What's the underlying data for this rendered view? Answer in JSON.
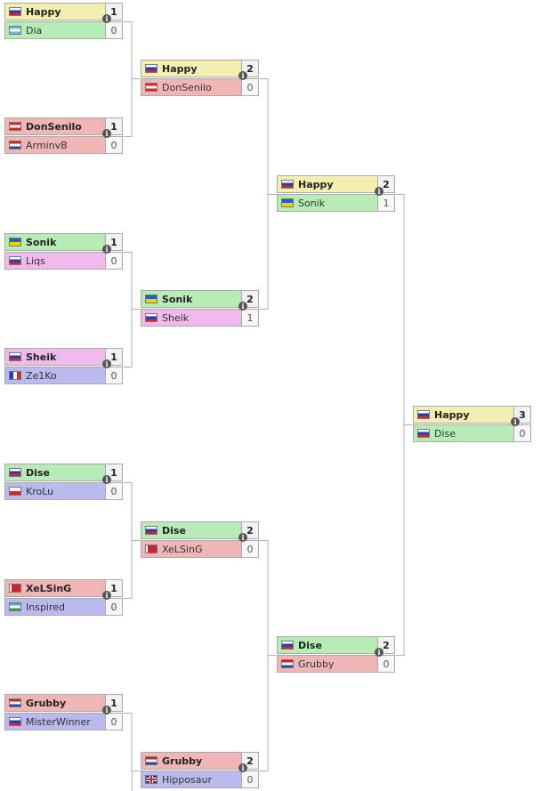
{
  "colors": {
    "yellow": "#f2efb0",
    "green": "#b8ecb6",
    "red": "#f0b6b6",
    "pink": "#f0baec",
    "blue": "#babaee",
    "line": "#b0b0b0"
  },
  "rounds": [
    {
      "matches": [
        {
          "top": {
            "name": "Happy",
            "score": "1",
            "flag": "ru",
            "color": "yellow",
            "win": true
          },
          "bottom": {
            "name": "Dia",
            "score": "0",
            "flag": "ar",
            "color": "green",
            "win": false
          }
        },
        {
          "top": {
            "name": "DonSenilo",
            "score": "1",
            "flag": "at",
            "color": "red",
            "win": true
          },
          "bottom": {
            "name": "ArminvB",
            "score": "0",
            "flag": "nl",
            "color": "red",
            "win": false
          }
        },
        {
          "top": {
            "name": "Sonik",
            "score": "1",
            "flag": "ua",
            "color": "green",
            "win": true
          },
          "bottom": {
            "name": "Liqs",
            "score": "0",
            "flag": "ru",
            "color": "pink",
            "win": false
          }
        },
        {
          "top": {
            "name": "Sheik",
            "score": "1",
            "flag": "ru",
            "color": "pink",
            "win": true
          },
          "bottom": {
            "name": "Ze1Ko",
            "score": "0",
            "flag": "fr",
            "color": "blue",
            "win": false
          }
        },
        {
          "top": {
            "name": "Dise",
            "score": "1",
            "flag": "ru",
            "color": "green",
            "win": true
          },
          "bottom": {
            "name": "KroLu",
            "score": "0",
            "flag": "pl",
            "color": "blue",
            "win": false
          }
        },
        {
          "top": {
            "name": "XeLSinG",
            "score": "1",
            "flag": "by",
            "color": "red",
            "win": true
          },
          "bottom": {
            "name": "Inspired",
            "score": "0",
            "flag": "uz",
            "color": "blue",
            "win": false
          }
        },
        {
          "top": {
            "name": "Grubby",
            "score": "1",
            "flag": "nl",
            "color": "red",
            "win": true
          },
          "bottom": {
            "name": "MisterWinner",
            "score": "0",
            "flag": "ru",
            "color": "blue",
            "win": false
          }
        }
      ]
    },
    {
      "matches": [
        {
          "top": {
            "name": "Happy",
            "score": "2",
            "flag": "ru",
            "color": "yellow",
            "win": true
          },
          "bottom": {
            "name": "DonSenilo",
            "score": "0",
            "flag": "at",
            "color": "red",
            "win": false
          }
        },
        {
          "top": {
            "name": "Sonik",
            "score": "2",
            "flag": "ua",
            "color": "green",
            "win": true
          },
          "bottom": {
            "name": "Sheik",
            "score": "1",
            "flag": "ru",
            "color": "pink",
            "win": false
          }
        },
        {
          "top": {
            "name": "Dise",
            "score": "2",
            "flag": "ru",
            "color": "green",
            "win": true
          },
          "bottom": {
            "name": "XeLSinG",
            "score": "0",
            "flag": "by",
            "color": "red",
            "win": false
          }
        },
        {
          "top": {
            "name": "Grubby",
            "score": "2",
            "flag": "nl",
            "color": "red",
            "win": true
          },
          "bottom": {
            "name": "Hipposaur",
            "score": "0",
            "flag": "gb",
            "color": "blue",
            "win": false
          }
        }
      ]
    },
    {
      "matches": [
        {
          "top": {
            "name": "Happy",
            "score": "2",
            "flag": "ru",
            "color": "yellow",
            "win": true
          },
          "bottom": {
            "name": "Sonik",
            "score": "1",
            "flag": "ua",
            "color": "green",
            "win": false
          }
        },
        {
          "top": {
            "name": "Dise",
            "score": "2",
            "flag": "ru",
            "color": "green",
            "win": true
          },
          "bottom": {
            "name": "Grubby",
            "score": "0",
            "flag": "nl",
            "color": "red",
            "win": false
          }
        }
      ]
    },
    {
      "matches": [
        {
          "top": {
            "name": "Happy",
            "score": "3",
            "flag": "ru",
            "color": "yellow",
            "win": true
          },
          "bottom": {
            "name": "Dise",
            "score": "0",
            "flag": "ru",
            "color": "green",
            "win": false
          }
        }
      ]
    }
  ],
  "info_icon": "info-icon",
  "info_glyph": "i"
}
